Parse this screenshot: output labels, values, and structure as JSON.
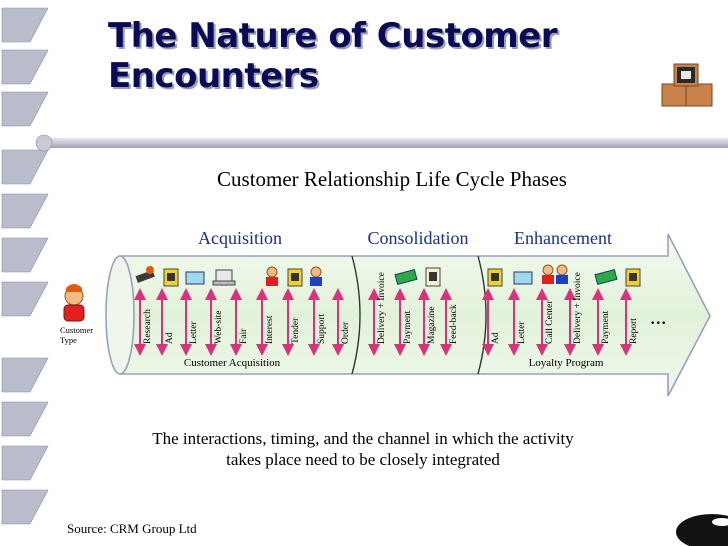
{
  "slide": {
    "title_line1": "The Nature of Customer",
    "title_line2": "Encounters",
    "caption_line1": "The interactions, timing, and the channel in which the activity",
    "caption_line2": "takes place need to be closely integrated",
    "source": "Source: CRM Group Ltd"
  },
  "diagram": {
    "heading": "Customer Relationship Life Cycle Phases",
    "phases": [
      "Acquisition",
      "Consolidation",
      "Enhancement"
    ],
    "customer_type": [
      "Customer",
      "Type"
    ],
    "acquisition_touchpoints": [
      "Research",
      "Ad",
      "Letter",
      "Web-site",
      "Fair",
      "Interest",
      "Tender",
      "Support",
      "Order"
    ],
    "consolidation_touchpoints": [
      "Delivery + Invoice",
      "Payment",
      "Magazine",
      "Feed-back"
    ],
    "enhancement_touchpoints": [
      "Ad",
      "Letter",
      "Call Center",
      "Delivery + Invoice",
      "Payment",
      "Report"
    ],
    "ellipsis": "...",
    "bottom_labels": [
      "Customer Acquisition",
      "Loyalty Program"
    ],
    "colors": {
      "arrow_fill": "#e6f4df",
      "arrow_stroke": "#9aa0c0",
      "accent_arrows": "#d8327a",
      "phase_text": "#1d2f80"
    }
  }
}
